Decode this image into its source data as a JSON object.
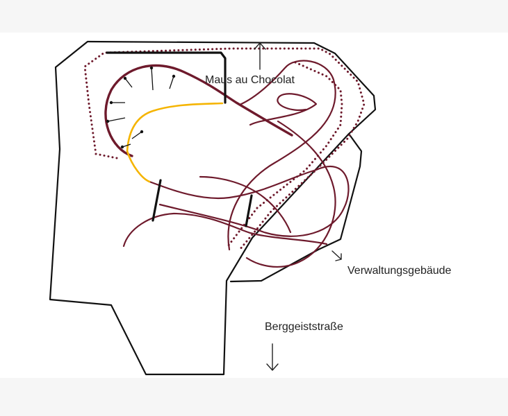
{
  "labels": {
    "top_building": "Maus au Chocolat",
    "admin_building": "Verwaltungsgebäude",
    "street": "Berggeiststraße"
  }
}
